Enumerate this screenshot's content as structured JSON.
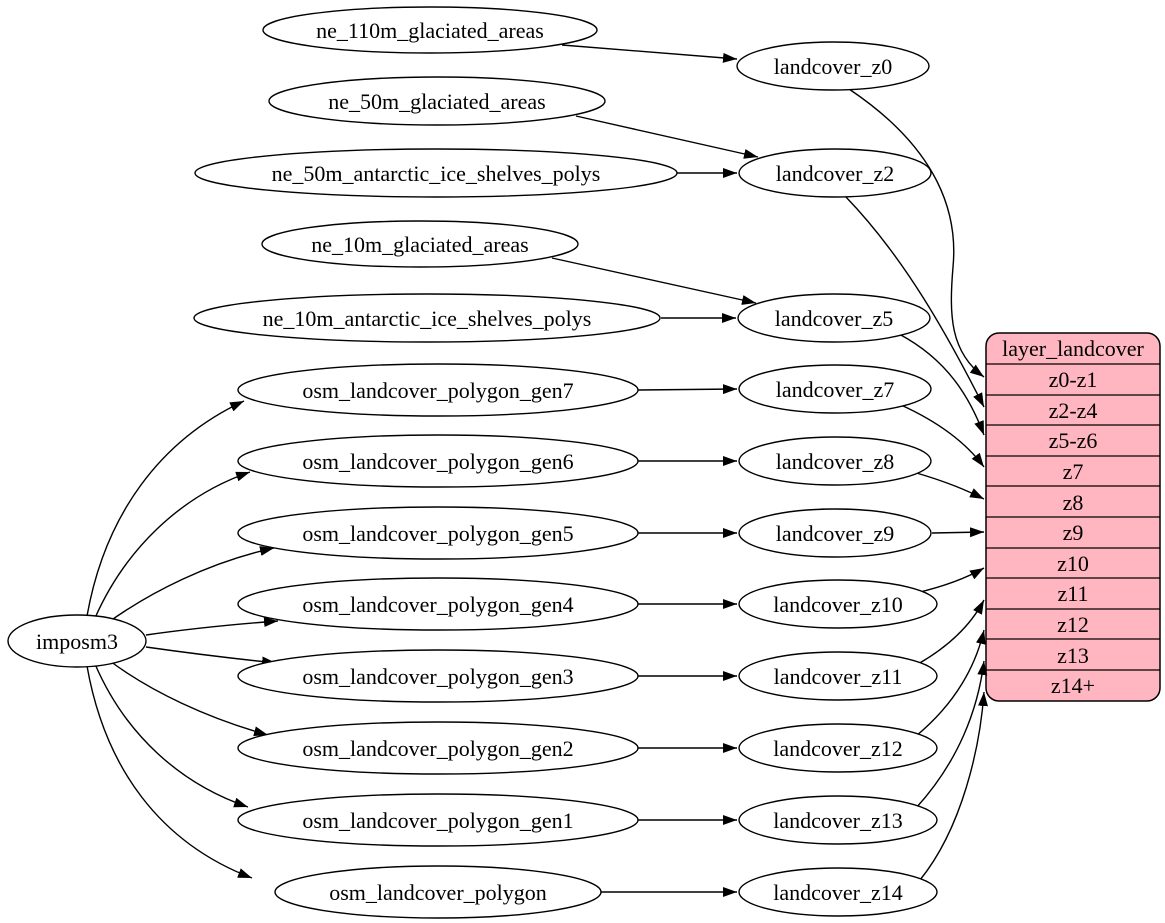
{
  "diagram": {
    "type": "graphviz-flow-diagram",
    "colors": {
      "background": "#ffffff",
      "node_fill": "#ffffff",
      "node_stroke": "#000000",
      "edge": "#000000",
      "table_fill": "#ffb6c1"
    },
    "nodes": {
      "imposm3": "imposm3",
      "ne_110m_glaciated_areas": "ne_110m_glaciated_areas",
      "ne_50m_glaciated_areas": "ne_50m_glaciated_areas",
      "ne_50m_antarctic_ice_shelves_polys": "ne_50m_antarctic_ice_shelves_polys",
      "ne_10m_glaciated_areas": "ne_10m_glaciated_areas",
      "ne_10m_antarctic_ice_shelves_polys": "ne_10m_antarctic_ice_shelves_polys",
      "osm_landcover_polygon_gen7": "osm_landcover_polygon_gen7",
      "osm_landcover_polygon_gen6": "osm_landcover_polygon_gen6",
      "osm_landcover_polygon_gen5": "osm_landcover_polygon_gen5",
      "osm_landcover_polygon_gen4": "osm_landcover_polygon_gen4",
      "osm_landcover_polygon_gen3": "osm_landcover_polygon_gen3",
      "osm_landcover_polygon_gen2": "osm_landcover_polygon_gen2",
      "osm_landcover_polygon_gen1": "osm_landcover_polygon_gen1",
      "osm_landcover_polygon": "osm_landcover_polygon",
      "landcover_z0": "landcover_z0",
      "landcover_z2": "landcover_z2",
      "landcover_z5": "landcover_z5",
      "landcover_z7": "landcover_z7",
      "landcover_z8": "landcover_z8",
      "landcover_z9": "landcover_z9",
      "landcover_z10": "landcover_z10",
      "landcover_z11": "landcover_z11",
      "landcover_z12": "landcover_z12",
      "landcover_z13": "landcover_z13",
      "landcover_z14": "landcover_z14"
    },
    "table": {
      "title": "layer_landcover",
      "fill": "#ffb6c1",
      "rows": [
        "z0-z1",
        "z2-z4",
        "z5-z6",
        "z7",
        "z8",
        "z9",
        "z10",
        "z11",
        "z12",
        "z13",
        "z14+"
      ]
    },
    "edges": [
      {
        "from": "ne_110m_glaciated_areas",
        "to": "landcover_z0"
      },
      {
        "from": "ne_50m_glaciated_areas",
        "to": "landcover_z2"
      },
      {
        "from": "ne_50m_antarctic_ice_shelves_polys",
        "to": "landcover_z2"
      },
      {
        "from": "ne_10m_glaciated_areas",
        "to": "landcover_z5"
      },
      {
        "from": "ne_10m_antarctic_ice_shelves_polys",
        "to": "landcover_z5"
      },
      {
        "from": "imposm3",
        "to": "osm_landcover_polygon_gen7"
      },
      {
        "from": "imposm3",
        "to": "osm_landcover_polygon_gen6"
      },
      {
        "from": "imposm3",
        "to": "osm_landcover_polygon_gen5"
      },
      {
        "from": "imposm3",
        "to": "osm_landcover_polygon_gen4"
      },
      {
        "from": "imposm3",
        "to": "osm_landcover_polygon_gen3"
      },
      {
        "from": "imposm3",
        "to": "osm_landcover_polygon_gen2"
      },
      {
        "from": "imposm3",
        "to": "osm_landcover_polygon_gen1"
      },
      {
        "from": "imposm3",
        "to": "osm_landcover_polygon"
      },
      {
        "from": "osm_landcover_polygon_gen7",
        "to": "landcover_z7"
      },
      {
        "from": "osm_landcover_polygon_gen6",
        "to": "landcover_z8"
      },
      {
        "from": "osm_landcover_polygon_gen5",
        "to": "landcover_z9"
      },
      {
        "from": "osm_landcover_polygon_gen4",
        "to": "landcover_z10"
      },
      {
        "from": "osm_landcover_polygon_gen3",
        "to": "landcover_z11"
      },
      {
        "from": "osm_landcover_polygon_gen2",
        "to": "landcover_z12"
      },
      {
        "from": "osm_landcover_polygon_gen1",
        "to": "landcover_z13"
      },
      {
        "from": "osm_landcover_polygon",
        "to": "landcover_z14"
      },
      {
        "from": "landcover_z0",
        "to": "layer_landcover:z0-z1"
      },
      {
        "from": "landcover_z2",
        "to": "layer_landcover:z2-z4"
      },
      {
        "from": "landcover_z5",
        "to": "layer_landcover:z5-z6"
      },
      {
        "from": "landcover_z7",
        "to": "layer_landcover:z7"
      },
      {
        "from": "landcover_z8",
        "to": "layer_landcover:z8"
      },
      {
        "from": "landcover_z9",
        "to": "layer_landcover:z9"
      },
      {
        "from": "landcover_z10",
        "to": "layer_landcover:z10"
      },
      {
        "from": "landcover_z11",
        "to": "layer_landcover:z11"
      },
      {
        "from": "landcover_z12",
        "to": "layer_landcover:z12"
      },
      {
        "from": "landcover_z13",
        "to": "layer_landcover:z13"
      },
      {
        "from": "landcover_z14",
        "to": "layer_landcover:z14+"
      }
    ]
  }
}
